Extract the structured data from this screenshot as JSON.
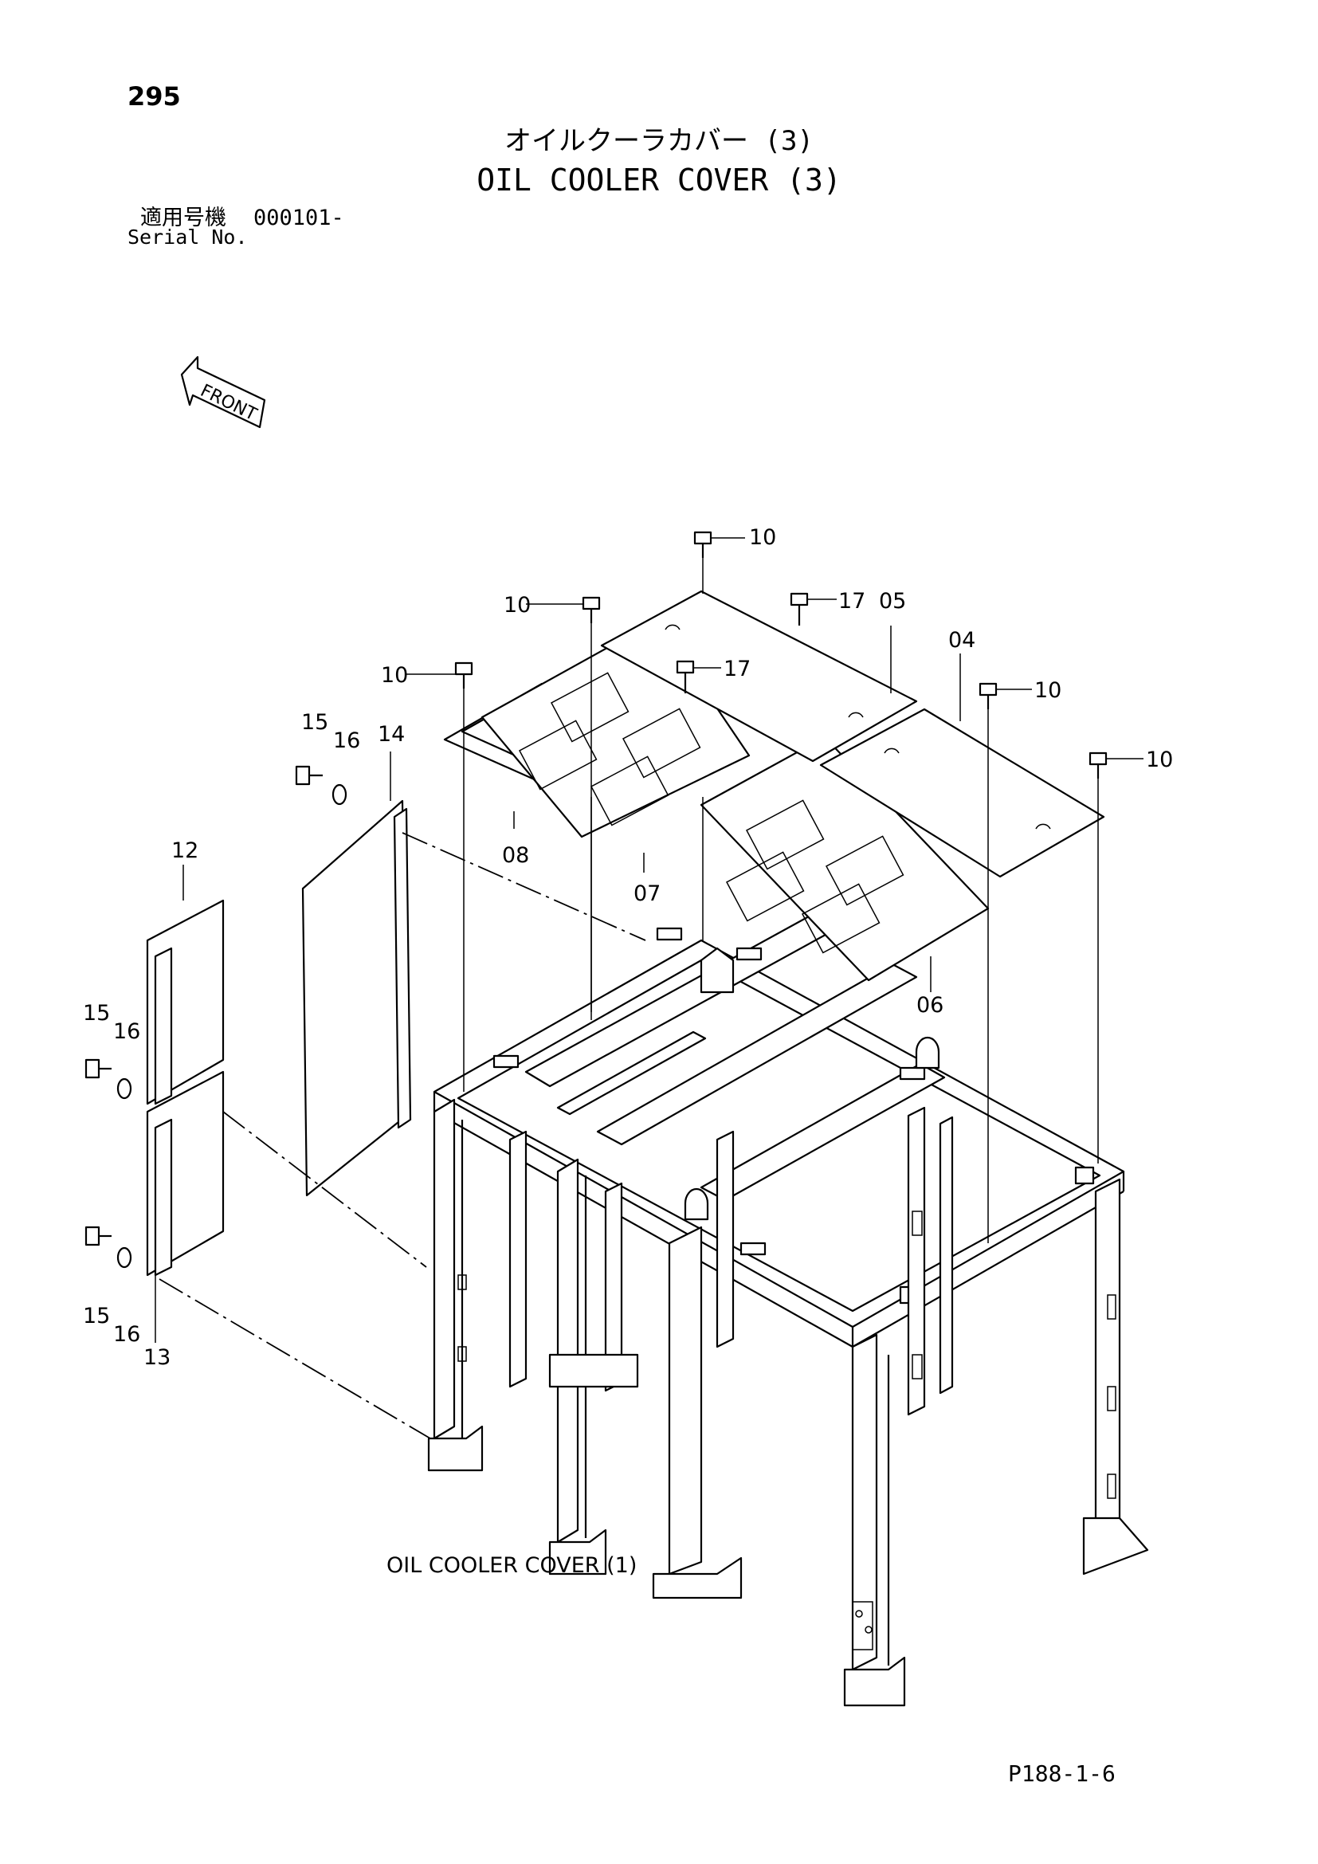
{
  "page_number": "295",
  "title_ja": "オイルクーラカバー (3)",
  "title_en": "OIL COOLER COVER (3)",
  "serial": {
    "label_ja": "適用号機",
    "value": "000101-",
    "label_en": "Serial No."
  },
  "front_label": "FRONT",
  "part_callouts": {
    "c10a": "10",
    "c10b": "10",
    "c10c": "10",
    "c10d": "10",
    "c10e": "10",
    "c17a": "17",
    "c17b": "17",
    "c05": "05",
    "c04": "04",
    "c08": "08",
    "c07": "07",
    "c06": "06",
    "c14": "14",
    "c12": "12",
    "c13": "13",
    "c15a": "15",
    "c15b": "15",
    "c15c": "15",
    "c16a": "16",
    "c16b": "16",
    "c16c": "16"
  },
  "reference_label": "OIL COOLER COVER (1)",
  "drawing_code": "P188-1-6"
}
